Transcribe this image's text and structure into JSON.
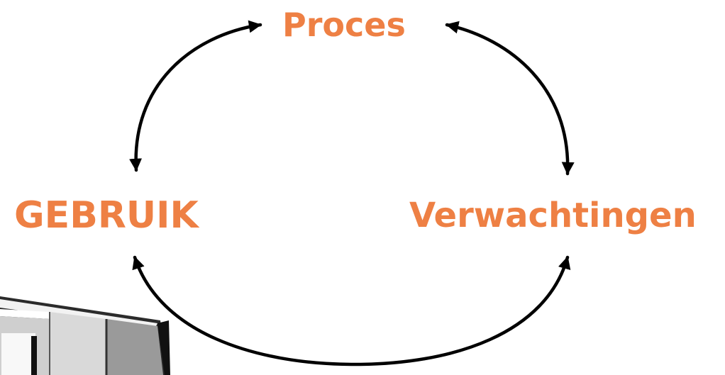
{
  "diagram": {
    "nodes": {
      "proces": "Proces",
      "gebruik": "GEBRUIK",
      "verwachtingen": "Verwachtingen"
    },
    "relations": [
      {
        "from": "proces",
        "to": "gebruik",
        "arrowheads": "both"
      },
      {
        "from": "proces",
        "to": "verwachtingen",
        "arrowheads": "both"
      },
      {
        "from": "gebruik",
        "to": "verwachtingen",
        "arrowheads": "both"
      }
    ],
    "colors": {
      "label": "#ee8044",
      "arrow": "#000000",
      "background": "#ffffff"
    }
  }
}
